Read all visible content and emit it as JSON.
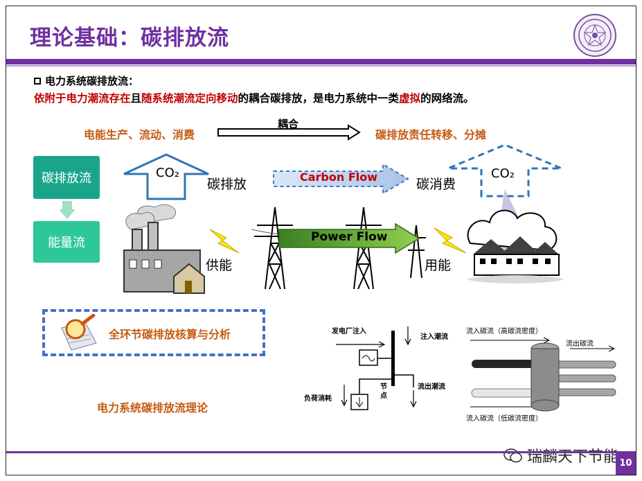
{
  "title": "理论基础：碳排放流",
  "page_number": "10",
  "logo_name": "university-seal",
  "bullet_heading": "电力系统碳排放流：",
  "definition": {
    "part1": "依附于电力潮流存在",
    "part2": "且",
    "part3": "随系统潮流定向移动",
    "part4": "的耦合碳排放，是电力系统中一类",
    "part5": "虚拟",
    "part6": "的网络流。"
  },
  "top_labels": {
    "generation": "电能生产、流动、消费",
    "coupling": "耦合",
    "responsibility": "碳排放责任转移、分摊"
  },
  "left_boxes": {
    "carbon": "碳排放流",
    "energy": "能量流"
  },
  "diagram": {
    "co2_left": "CO₂",
    "co2_right": "CO₂",
    "emission": "碳排放",
    "carbon_flow": "Carbon Flow",
    "consumption": "碳消费",
    "power_flow": "Power Flow",
    "supply": "供能",
    "use": "用能"
  },
  "analysis_label": "全环节碳排放核算与分析",
  "theory_label": "电力系统碳排放流理论",
  "node_diagram": {
    "plant_inject": "发电厂注入",
    "inject_flow": "注入潮流",
    "node": "节点",
    "load": "负荷消耗",
    "outflow": "流出潮流"
  },
  "pipe_diagram": {
    "inflow_high": "流入碳流（高碳流密度）",
    "outflow": "流出碳流",
    "inflow_low": "流入碳流（低碳流密度）"
  },
  "watermark": "瑞麟天下节能",
  "colors": {
    "brand": "#7030a0",
    "accent_red": "#c00000",
    "accent_orange": "#c55a11",
    "teal": "#1aa58b",
    "mint": "#2ec799",
    "carbon_flow": "#4472c4",
    "power_flow": "#70ad47"
  }
}
